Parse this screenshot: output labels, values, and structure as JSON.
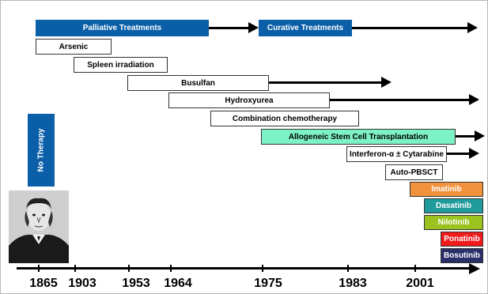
{
  "headers": {
    "palliative": "Palliative Treatments",
    "curative": "Curative Treatments"
  },
  "no_therapy": "No Therapy",
  "therapies": [
    {
      "label": "Arsenic"
    },
    {
      "label": "Spleen irradiation"
    },
    {
      "label": "Busulfan"
    },
    {
      "label": "Hydroxyurea"
    },
    {
      "label": "Combination chemotherapy"
    },
    {
      "label": "Allogeneic Stem Cell Transplantation"
    },
    {
      "label": "Interferon-α ± Cytarabine"
    },
    {
      "label": "Auto-PBSCT"
    },
    {
      "label": "Imatinib",
      "color": "#f3923c"
    },
    {
      "label": "Dasatinib",
      "color": "#1f9b9b"
    },
    {
      "label": "Nilotinib",
      "color": "#9bc320"
    },
    {
      "label": "Ponatinib",
      "color": "#f01c1c"
    },
    {
      "label": "Bosutinib",
      "color": "#2a2f6a"
    }
  ],
  "colors": {
    "header_blue": "#0a5fa8",
    "allogeneic": "#7df2c6"
  },
  "years": [
    "1865",
    "1903",
    "1953",
    "1964",
    "1975",
    "1983",
    "2001"
  ],
  "portrait": {
    "icon": "portrait-photo-icon"
  }
}
